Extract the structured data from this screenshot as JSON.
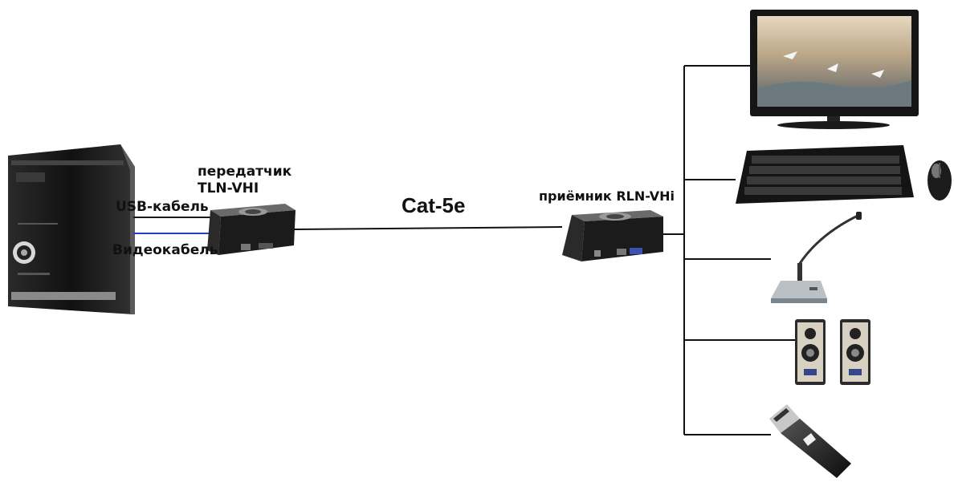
{
  "labels": {
    "transmitter_line1": "передатчик",
    "transmitter_line2": "TLN-VHI",
    "usb_cable": "USB-кабель",
    "video_cable": "Видеокабель",
    "link_cable": "Cat-5e",
    "receiver": "приёмник RLN-VHi"
  },
  "colors": {
    "usb_cable": "#1a1a1a",
    "video_cable": "#1f3fd0",
    "link_cable": "#111111"
  },
  "devices": [
    "pc-tower-icon",
    "transmitter-box-icon",
    "receiver-box-icon",
    "monitor-icon",
    "keyboard-icon",
    "mouse-icon",
    "microphone-icon",
    "speakers-icon",
    "usb-drive-icon"
  ]
}
